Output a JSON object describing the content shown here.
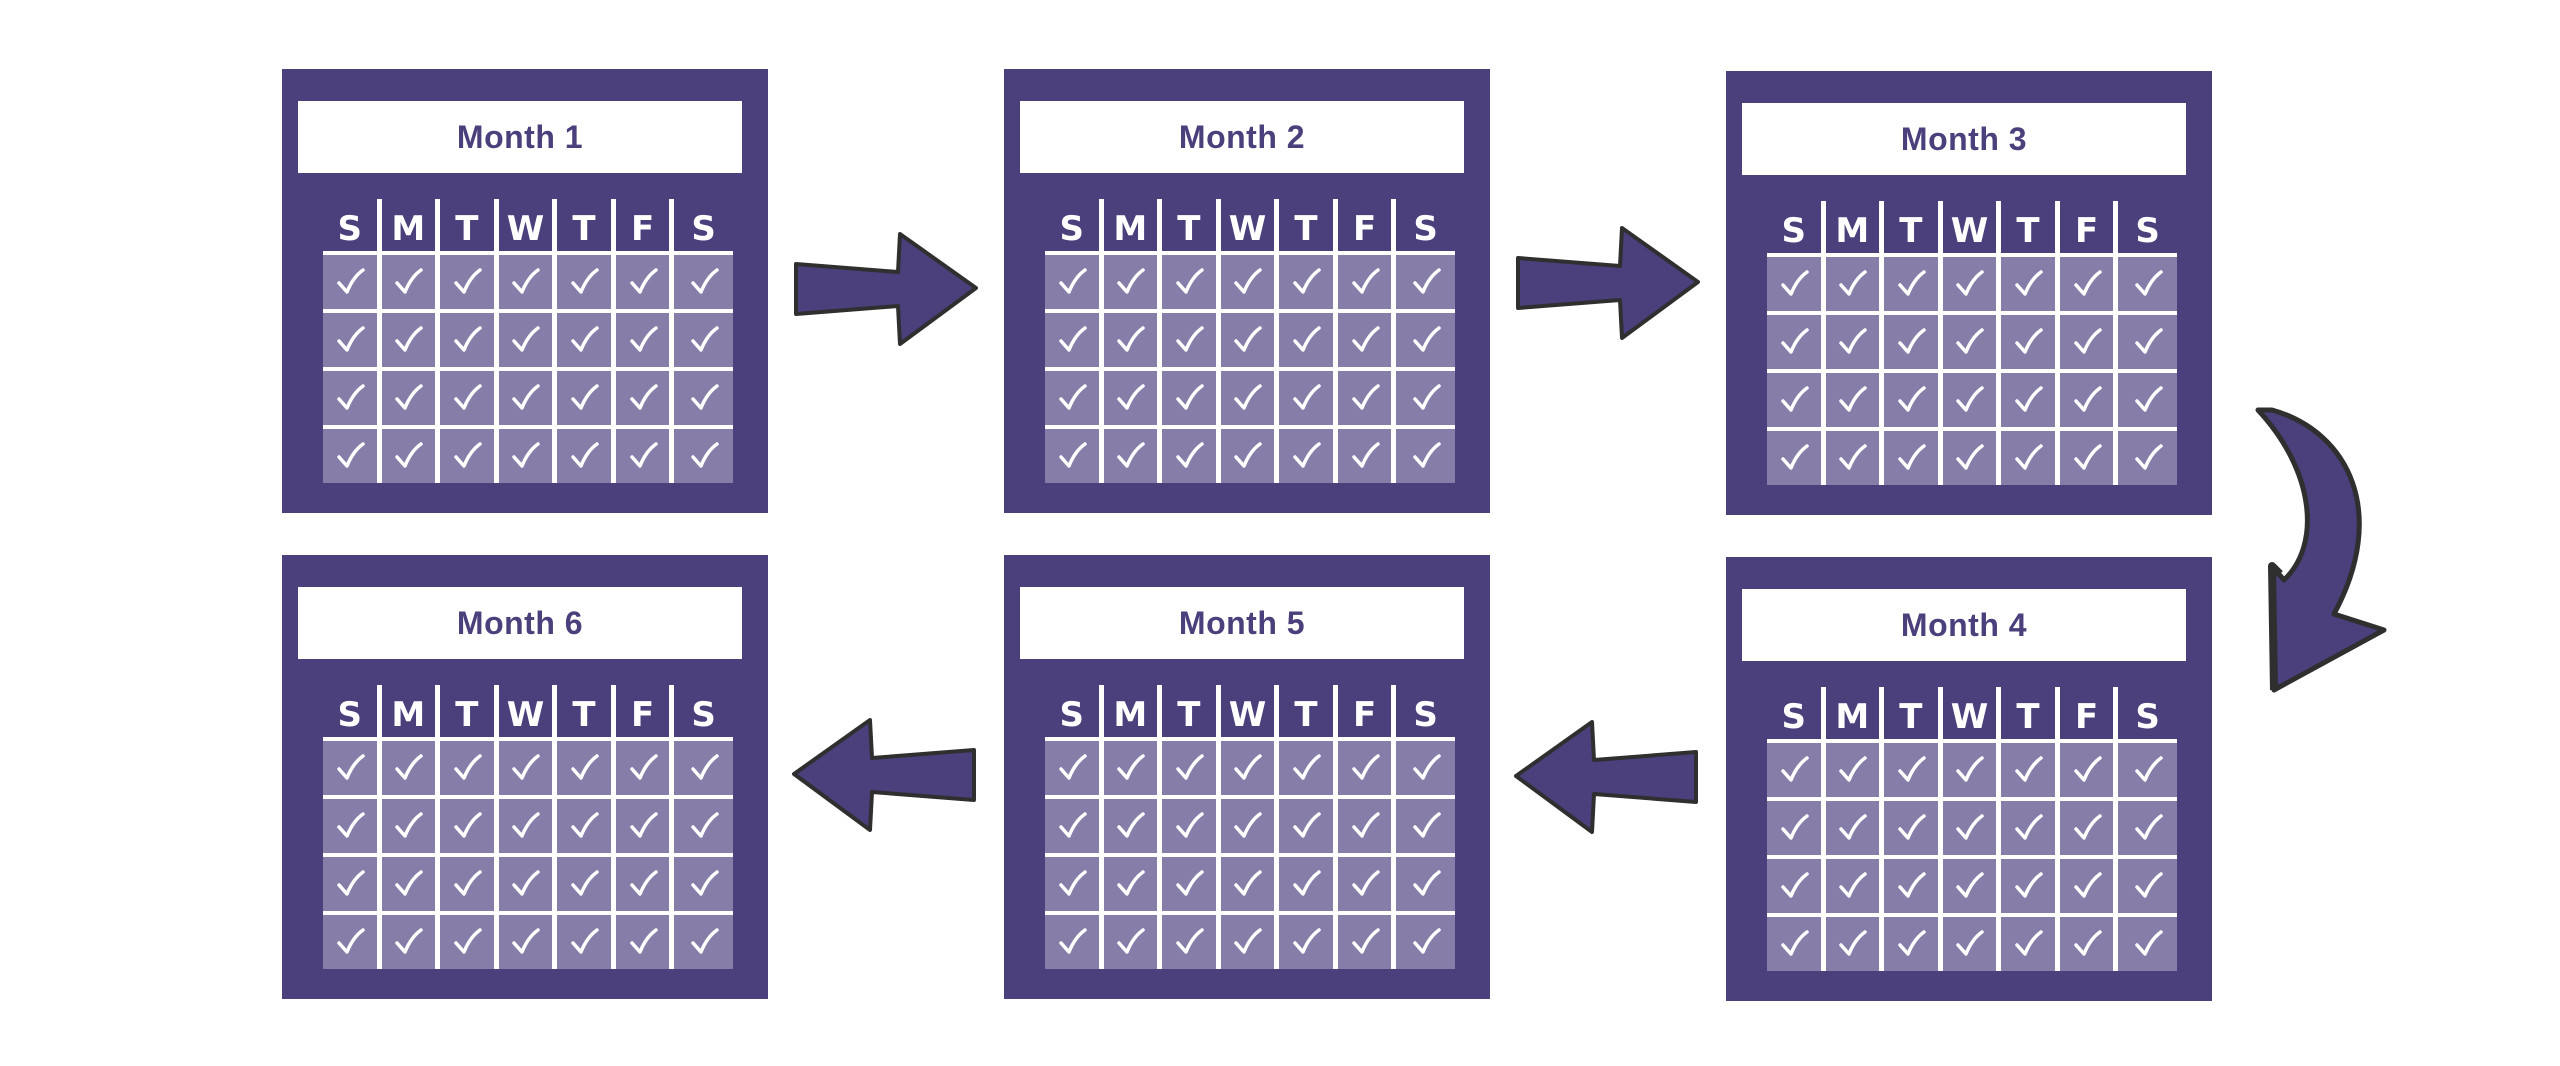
{
  "colors": {
    "calendar_bg": "#4b3f7c",
    "cell_bg": "#867ea8",
    "title_text": "#4b3f7c",
    "arrow_fill": "#4b3f7c",
    "arrow_outline": "#2f2f2f"
  },
  "weekdays": [
    "S",
    "M",
    "T",
    "W",
    "T",
    "F",
    "S"
  ],
  "weeks_per_month": 4,
  "check_icon": "check-icon",
  "months": [
    {
      "id": "month-1",
      "title": "Month 1"
    },
    {
      "id": "month-2",
      "title": "Month 2"
    },
    {
      "id": "month-3",
      "title": "Month 3"
    },
    {
      "id": "month-4",
      "title": "Month 4"
    },
    {
      "id": "month-5",
      "title": "Month 5"
    },
    {
      "id": "month-6",
      "title": "Month 6"
    }
  ],
  "arrows": [
    {
      "from": "Month 1",
      "to": "Month 2",
      "direction": "right"
    },
    {
      "from": "Month 2",
      "to": "Month 3",
      "direction": "right"
    },
    {
      "from": "Month 3",
      "to": "Month 4",
      "direction": "curved-down"
    },
    {
      "from": "Month 4",
      "to": "Month 5",
      "direction": "left"
    },
    {
      "from": "Month 5",
      "to": "Month 6",
      "direction": "left"
    }
  ]
}
